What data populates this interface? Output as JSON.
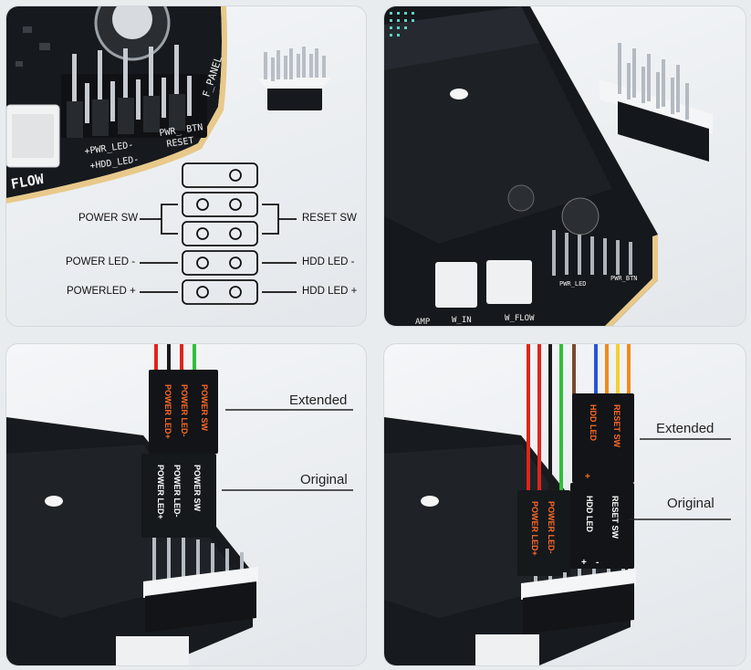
{
  "panel1": {
    "board_labels": {
      "pwr_led": "+PWR_LED-",
      "hdd_led": "+HDD_LED-",
      "pwr_btn": "PWR_ BTN",
      "reset": "RESET",
      "f_panel": "F_PANEL",
      "w_flow": "FLOW"
    },
    "diagram": {
      "power_sw": "POWER SW",
      "reset_sw": "RESET SW",
      "power_led_minus": "POWER LED -",
      "hdd_led_minus": "HDD LED -",
      "power_led_plus": "POWERLED +",
      "hdd_led_plus": "HDD LED +"
    }
  },
  "panel2": {
    "board_labels": {
      "w_in": "W_IN",
      "w_flow": "W_FLOW",
      "amp": "AMP",
      "pwr_led": "PWR_LED",
      "pwr_btn": "PWR_BTN"
    }
  },
  "panel3": {
    "extended_label": "Extended",
    "original_label": "Original",
    "top_connector": {
      "left": "POWER LED+",
      "mid": "POWER LED-",
      "right": "POWER SW"
    },
    "bottom_connector": {
      "left": "POWER LED+",
      "mid": "POWER LED-",
      "right": "POWER SW"
    },
    "colors": {
      "wire_red": "#e0241b",
      "wire_black": "#1a1a1a",
      "wire_green": "#2fbf3a",
      "wire_white": "#f2f2f2",
      "label_orange": "#ff6a2a"
    }
  },
  "panel4": {
    "extended_label": "Extended",
    "original_label": "Original",
    "top_connector": {
      "left": "HDD LED",
      "right": "RESET SW",
      "plus": "+"
    },
    "bottom_connector": {
      "left": "POWER LED+",
      "mid": "POWER LED-",
      "hdd": "HDD LED",
      "reset": "RESET SW",
      "plus": "+",
      "minus": "-"
    },
    "colors": {
      "wire_red": "#e0241b",
      "wire_green": "#2fbf3a",
      "wire_brown": "#7a4a2a",
      "wire_blue": "#2a54d6",
      "wire_orange": "#f08a1e",
      "wire_yellow": "#f2d12a",
      "label_orange": "#ff6a2a"
    }
  }
}
